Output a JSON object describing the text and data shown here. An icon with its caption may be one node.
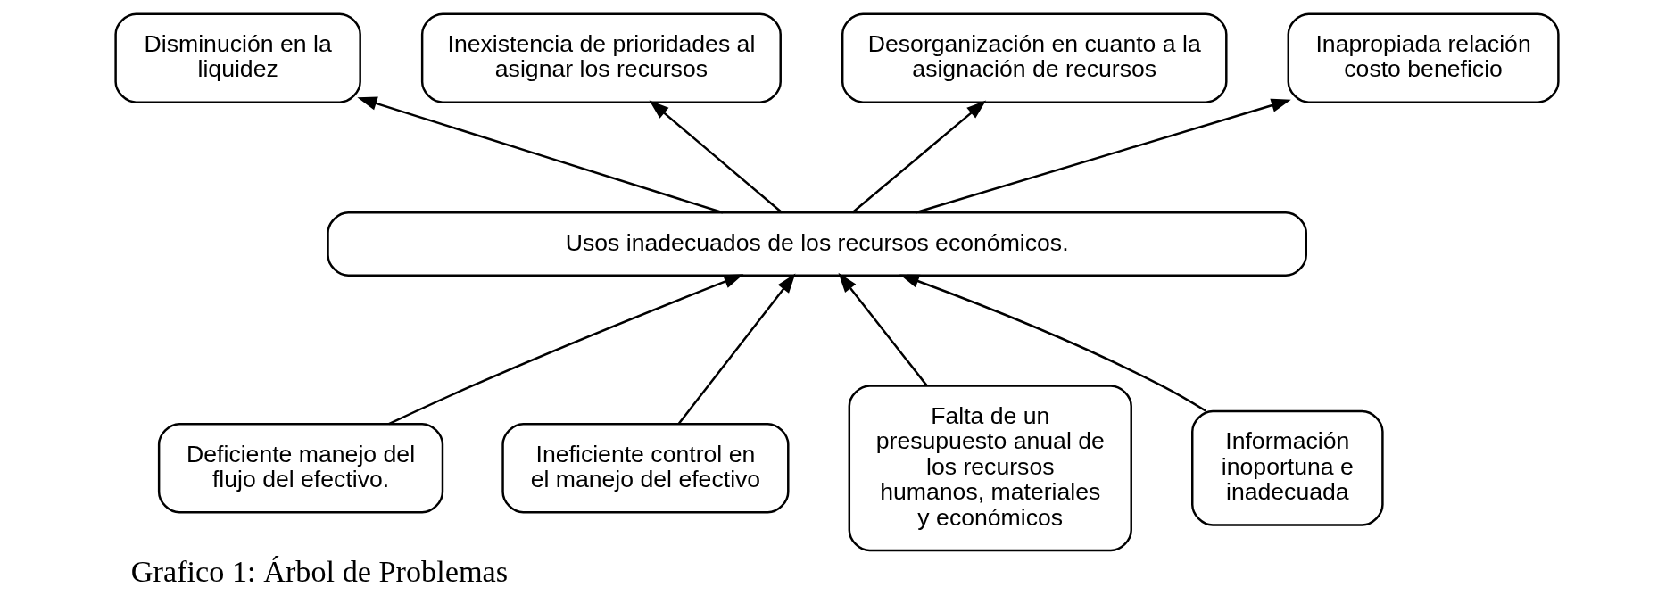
{
  "diagram": {
    "caption": "Grafico 1: Árbol de Problemas",
    "nodes": [
      {
        "text": [
          "Disminución en la liquidez"
        ]
      },
      {
        "text": [
          "Inexistencia de prioridades al asignar los recursos"
        ]
      },
      {
        "text": [
          "Desorganización en cuanto a la asignación de recursos"
        ]
      },
      {
        "text": [
          "Inapropiada relación costo beneficio"
        ]
      },
      {
        "text": [
          "Usos inadecuados de los recursos económicos."
        ]
      },
      {
        "text": [
          "Deficiente manejo del flujo del efectivo."
        ]
      },
      {
        "text": [
          "Ineficiente control en el manejo del efectivo"
        ]
      },
      {
        "text": [
          "Falta de un presupuesto anual de los recursos humanos, materiales y económicos"
        ]
      },
      {
        "text": [
          "Información inoportuna e inadecuada"
        ]
      }
    ],
    "edges": [
      {
        "from": 4,
        "to": 0,
        "arrow": "to"
      },
      {
        "from": 4,
        "to": 1,
        "arrow": "to"
      },
      {
        "from": 4,
        "to": 2,
        "arrow": "to"
      },
      {
        "from": 4,
        "to": 3,
        "arrow": "to"
      },
      {
        "from": 5,
        "to": 4,
        "arrow": "to"
      },
      {
        "from": 6,
        "to": 4,
        "arrow": "to"
      },
      {
        "from": 7,
        "to": 4,
        "arrow": "to"
      },
      {
        "from": 8,
        "to": 4,
        "arrow": "to"
      }
    ]
  }
}
